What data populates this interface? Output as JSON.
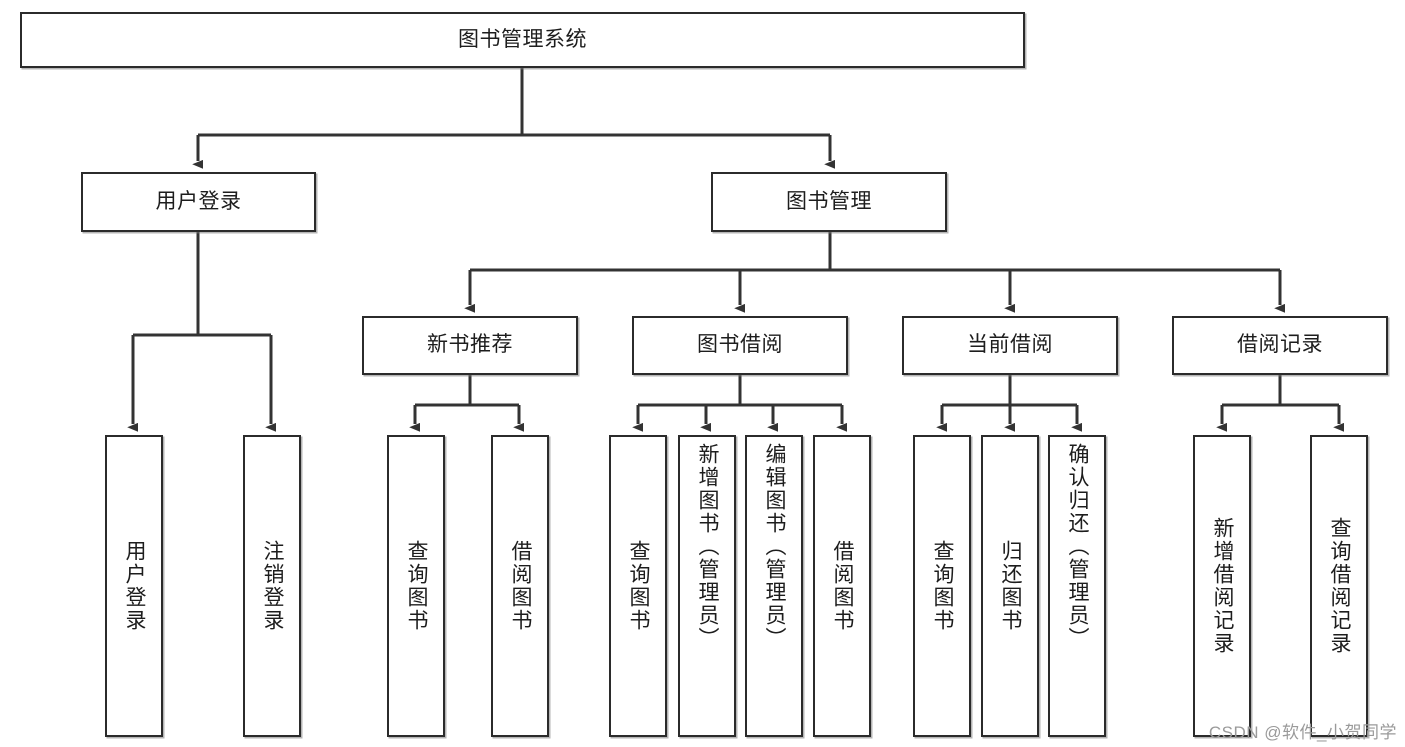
{
  "diagram": {
    "title": "图书管理系统",
    "watermark": "CSDN @软件_小贺同学",
    "colors": {
      "box_border": "#2b2b2b",
      "box_fill": "#ffffff",
      "edge": "#333333",
      "text": "#1d1d1d",
      "watermark": "#9a9a9a",
      "background": "#ffffff"
    },
    "root": {
      "label": "图书管理系统"
    },
    "level2": [
      {
        "label": "用户登录"
      },
      {
        "label": "图书管理"
      }
    ],
    "level3": [
      {
        "label": "新书推荐"
      },
      {
        "label": "图书借阅"
      },
      {
        "label": "当前借阅"
      },
      {
        "label": "借阅记录"
      }
    ],
    "leaves_user_login": [
      {
        "label": "用户登录"
      },
      {
        "label": "注销登录"
      }
    ],
    "leaves_new_book": [
      {
        "label": "查询图书"
      },
      {
        "label": "借阅图书"
      }
    ],
    "leaves_borrow": [
      {
        "label": "查询图书"
      },
      {
        "label": "新增图书（管理员）"
      },
      {
        "label": "编辑图书（管理员）"
      },
      {
        "label": "借阅图书"
      }
    ],
    "leaves_current": [
      {
        "label": "查询图书"
      },
      {
        "label": "归还图书"
      },
      {
        "label": "确认归还（管理员）"
      }
    ],
    "leaves_records": [
      {
        "label": "新增借阅记录"
      },
      {
        "label": "查询借阅记录"
      }
    ]
  }
}
